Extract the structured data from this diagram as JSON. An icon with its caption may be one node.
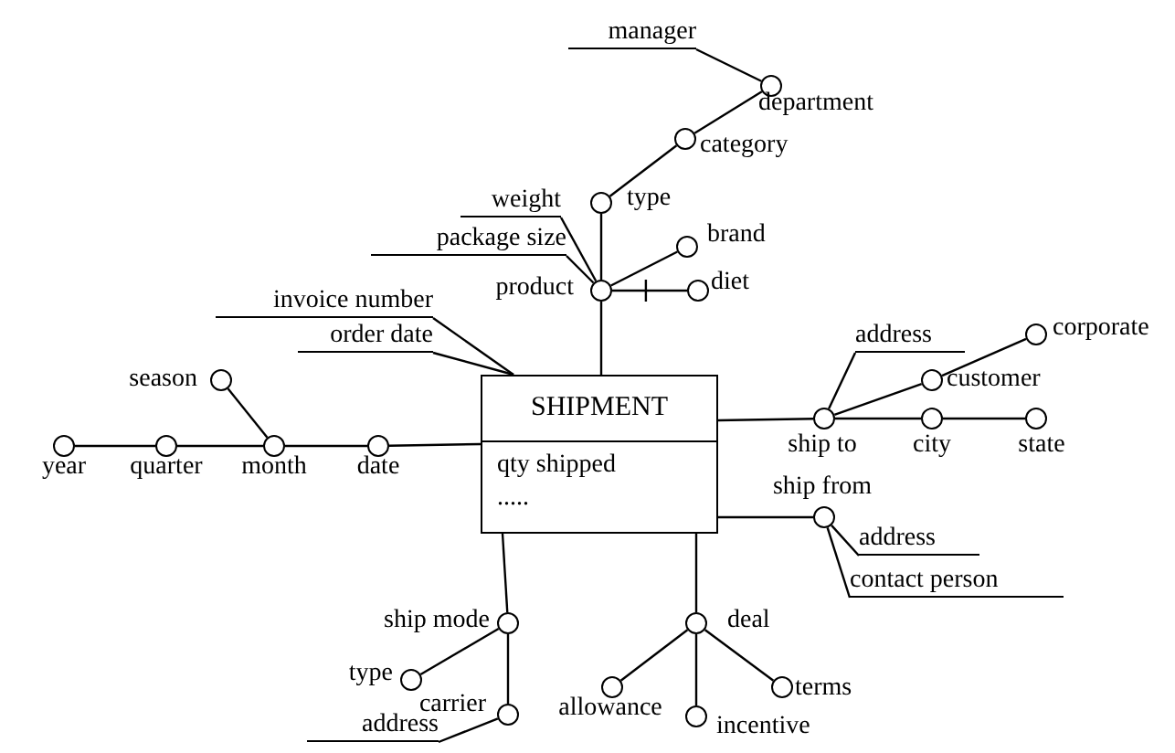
{
  "diagram": {
    "nodes": [
      {
        "text": [
          "SHIPMENT",
          "qty shipped",
          "....."
        ]
      },
      {
        "text": [
          "manager"
        ]
      },
      {
        "text": [],
        "shape": "circle",
        "beside": [
          "department"
        ]
      },
      {
        "text": [],
        "shape": "circle",
        "beside": [
          "category"
        ]
      },
      {
        "text": [],
        "shape": "circle",
        "beside": [
          "type"
        ]
      },
      {
        "text": [
          "weight"
        ]
      },
      {
        "text": [
          "package size"
        ]
      },
      {
        "text": [],
        "shape": "circle",
        "beside": [
          "brand"
        ]
      },
      {
        "text": [],
        "shape": "circle",
        "beside": [
          "product"
        ]
      },
      {
        "text": [],
        "shape": "circle",
        "beside": [
          "diet"
        ]
      },
      {
        "text": [
          "invoice number"
        ]
      },
      {
        "text": [
          "order date"
        ]
      },
      {
        "text": [],
        "shape": "circle",
        "beside": [
          "season"
        ]
      },
      {
        "text": [],
        "shape": "circle",
        "beside": [
          "year"
        ]
      },
      {
        "text": [],
        "shape": "circle",
        "beside": [
          "quarter"
        ]
      },
      {
        "text": [],
        "shape": "circle",
        "beside": [
          "month"
        ]
      },
      {
        "text": [],
        "shape": "circle",
        "beside": [
          "date"
        ]
      },
      {
        "text": [
          "address"
        ]
      },
      {
        "text": [],
        "shape": "circle",
        "beside": [
          "corporate"
        ]
      },
      {
        "text": [],
        "shape": "circle",
        "beside": [
          "customer"
        ]
      },
      {
        "text": [],
        "shape": "circle",
        "beside": [
          "ship to"
        ]
      },
      {
        "text": [],
        "shape": "circle",
        "beside": [
          "city"
        ]
      },
      {
        "text": [],
        "shape": "circle",
        "beside": [
          "state"
        ]
      },
      {
        "text": [],
        "shape": "circle",
        "beside": [
          "ship from"
        ]
      },
      {
        "text": [
          "address"
        ]
      },
      {
        "text": [
          "contact person"
        ]
      },
      {
        "text": [],
        "shape": "circle",
        "beside": [
          "ship mode"
        ]
      },
      {
        "text": [],
        "shape": "circle",
        "beside": [
          "deal"
        ]
      },
      {
        "text": [],
        "shape": "circle",
        "beside": [
          "type"
        ]
      },
      {
        "text": [],
        "shape": "circle",
        "beside": [
          "allowance"
        ]
      },
      {
        "text": [],
        "shape": "circle",
        "beside": [
          "terms"
        ]
      },
      {
        "text": [],
        "shape": "circle",
        "beside": [
          "carrier"
        ]
      },
      {
        "text": [],
        "shape": "circle",
        "beside": [
          "incentive"
        ]
      },
      {
        "text": [
          "address"
        ]
      }
    ],
    "edges": [
      {
        "from": 1,
        "to": 2,
        "arrow": "none"
      },
      {
        "from": 2,
        "to": 3,
        "arrow": "none"
      },
      {
        "from": 3,
        "to": 4,
        "arrow": "none"
      },
      {
        "from": 4,
        "to": 8,
        "arrow": "none"
      },
      {
        "from": 5,
        "to": 8,
        "arrow": "none"
      },
      {
        "from": 6,
        "to": 8,
        "arrow": "none"
      },
      {
        "from": 8,
        "to": 7,
        "arrow": "none"
      },
      {
        "from": 8,
        "to": 9,
        "arrow": "none"
      },
      {
        "from": 8,
        "to": 0,
        "arrow": "none"
      },
      {
        "from": 10,
        "to": 0,
        "arrow": "none"
      },
      {
        "from": 11,
        "to": 0,
        "arrow": "none"
      },
      {
        "from": 16,
        "to": 0,
        "arrow": "none"
      },
      {
        "from": 15,
        "to": 16,
        "arrow": "none"
      },
      {
        "from": 14,
        "to": 15,
        "arrow": "none"
      },
      {
        "from": 13,
        "to": 14,
        "arrow": "none"
      },
      {
        "from": 12,
        "to": 15,
        "arrow": "none"
      },
      {
        "from": 0,
        "to": 20,
        "arrow": "none"
      },
      {
        "from": 17,
        "to": 20,
        "arrow": "none"
      },
      {
        "from": 20,
        "to": 19,
        "arrow": "none"
      },
      {
        "from": 19,
        "to": 18,
        "arrow": "none"
      },
      {
        "from": 20,
        "to": 21,
        "arrow": "none"
      },
      {
        "from": 21,
        "to": 22,
        "arrow": "none"
      },
      {
        "from": 0,
        "to": 23,
        "arrow": "none"
      },
      {
        "from": 24,
        "to": 23,
        "arrow": "none"
      },
      {
        "from": 25,
        "to": 23,
        "arrow": "none"
      },
      {
        "from": 0,
        "to": 26,
        "arrow": "none"
      },
      {
        "from": 26,
        "to": 28,
        "arrow": "none"
      },
      {
        "from": 26,
        "to": 31,
        "arrow": "none"
      },
      {
        "from": 33,
        "to": 31,
        "arrow": "none"
      },
      {
        "from": 0,
        "to": 27,
        "arrow": "none"
      },
      {
        "from": 27,
        "to": 29,
        "arrow": "none"
      },
      {
        "from": 27,
        "to": 32,
        "arrow": "none"
      },
      {
        "from": 27,
        "to": 30,
        "arrow": "none"
      }
    ]
  }
}
